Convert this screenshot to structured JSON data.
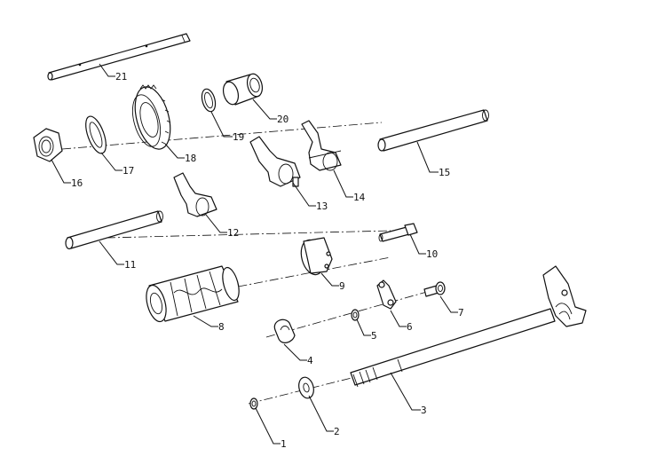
{
  "diagram": {
    "callouts": {
      "p1": "1",
      "p2": "2",
      "p3": "3",
      "p4": "4",
      "p5": "5",
      "p6": "6",
      "p7": "7",
      "p8": "8",
      "p9": "9",
      "p10": "10",
      "p11": "11",
      "p12": "12",
      "p13": "13",
      "p14": "14",
      "p15": "15",
      "p16": "16",
      "p17": "17",
      "p18": "18",
      "p19": "19",
      "p20": "20",
      "p21": "21"
    }
  }
}
